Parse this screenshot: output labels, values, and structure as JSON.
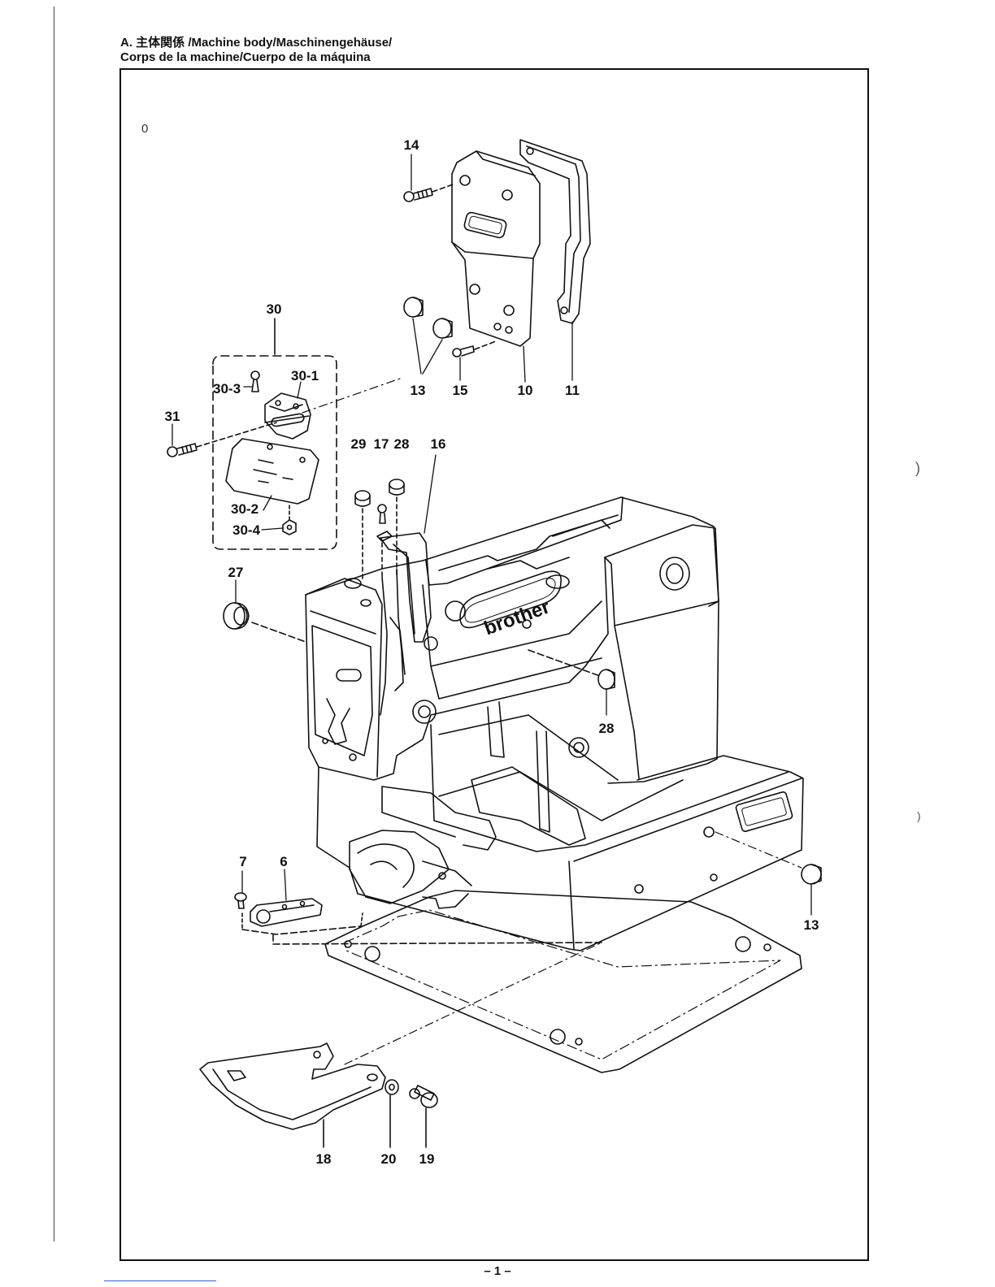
{
  "header": {
    "line1": "A. 主体関係 /Machine body/Maschinengehäuse/",
    "line2": "Corps de la machine/Cuerpo de la máquina"
  },
  "footer": {
    "page_number": "– 1 –"
  },
  "callouts": [
    {
      "id": "c14",
      "text": "14"
    },
    {
      "id": "c30",
      "text": "30"
    },
    {
      "id": "c30_3",
      "text": "30-3"
    },
    {
      "id": "c30_1",
      "text": "30-1"
    },
    {
      "id": "c31",
      "text": "31"
    },
    {
      "id": "c30_2",
      "text": "30-2"
    },
    {
      "id": "c30_4",
      "text": "30-4"
    },
    {
      "id": "c13a",
      "text": "13"
    },
    {
      "id": "c15",
      "text": "15"
    },
    {
      "id": "c10",
      "text": "10"
    },
    {
      "id": "c11",
      "text": "11"
    },
    {
      "id": "c29",
      "text": "29"
    },
    {
      "id": "c17",
      "text": "17"
    },
    {
      "id": "c28a",
      "text": "28"
    },
    {
      "id": "c16",
      "text": "16"
    },
    {
      "id": "c27",
      "text": "27"
    },
    {
      "id": "c28b",
      "text": "28"
    },
    {
      "id": "c7",
      "text": "7"
    },
    {
      "id": "c6",
      "text": "6"
    },
    {
      "id": "c13b",
      "text": "13"
    },
    {
      "id": "c18",
      "text": "18"
    },
    {
      "id": "c20",
      "text": "20"
    },
    {
      "id": "c19",
      "text": "19"
    }
  ],
  "brand_plate": "brother",
  "corner_mark": "0"
}
